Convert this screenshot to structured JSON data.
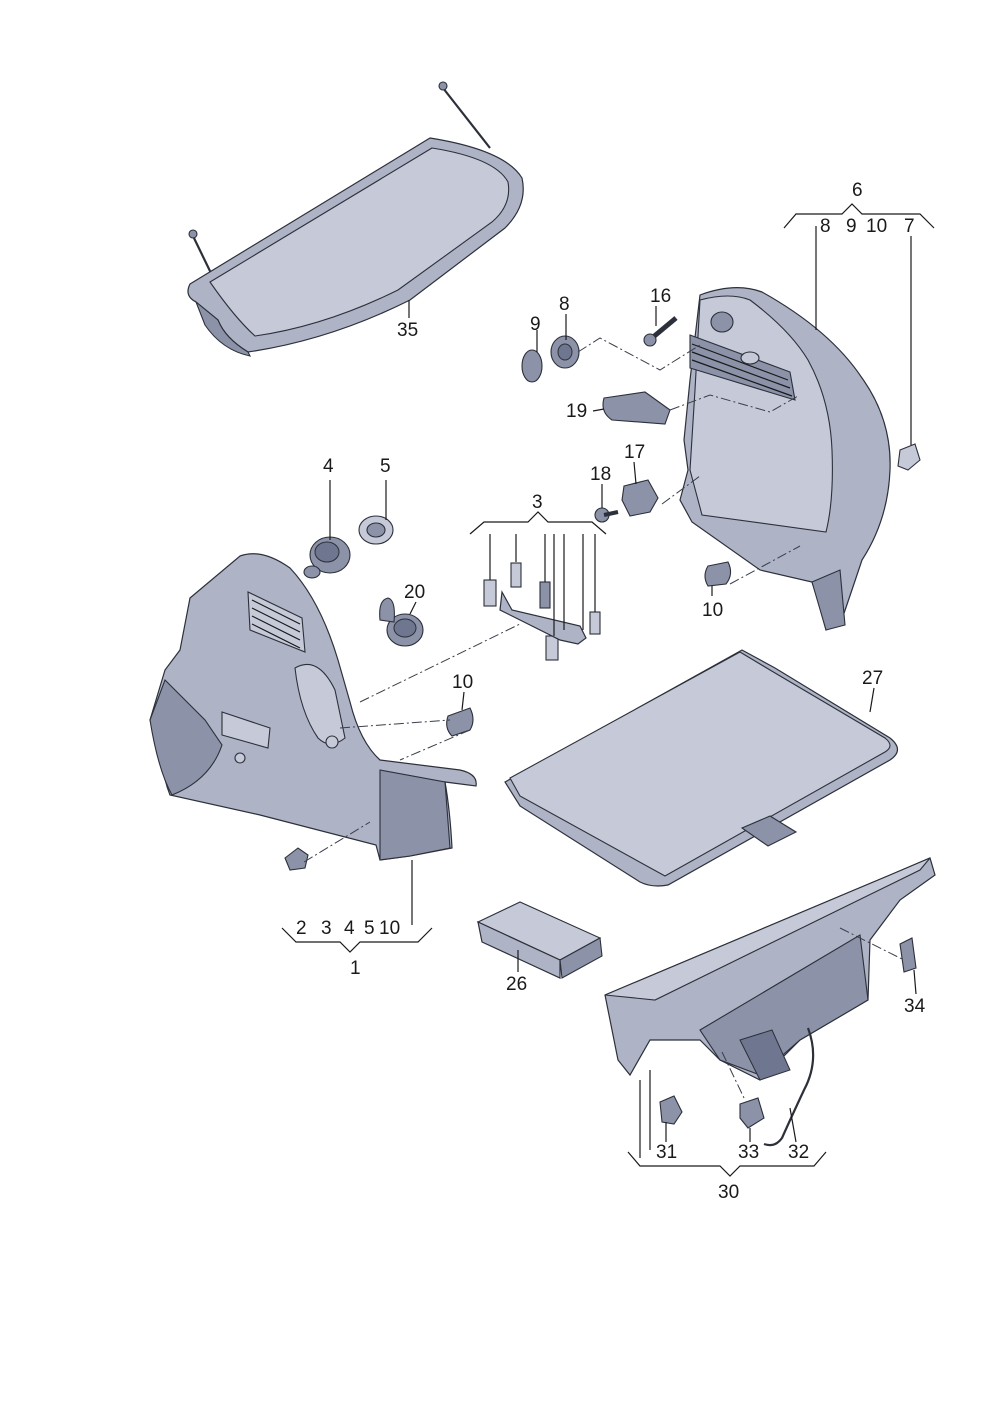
{
  "labels": {
    "l1": "1",
    "l2": "2",
    "l3": "3",
    "l3b": "3",
    "l4": "4",
    "l4b": "4",
    "l5": "5",
    "l5b": "5",
    "l6": "6",
    "l7": "7",
    "l8": "8",
    "l8b": "8",
    "l9": "9",
    "l9b": "9",
    "l10a": "10",
    "l10b": "10",
    "l10c": "10",
    "l10d": "10",
    "l16": "16",
    "l17": "17",
    "l18": "18",
    "l19": "19",
    "l20": "20",
    "l26": "26",
    "l27": "27",
    "l30": "30",
    "l31": "31",
    "l32": "32",
    "l33": "33",
    "l34": "34",
    "l35": "35"
  }
}
